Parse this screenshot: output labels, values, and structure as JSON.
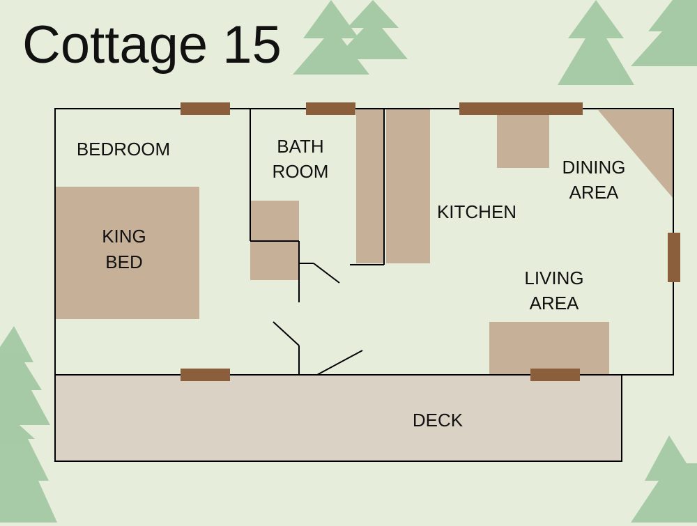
{
  "title": "Cottage 15",
  "rooms": {
    "bedroom": "BEDROOM",
    "bath_line1": "BATH",
    "bath_line2": "ROOM",
    "king_bed_line1": "KING",
    "king_bed_line2": "BED",
    "kitchen": "KITCHEN",
    "dining_line1": "DINING",
    "dining_line2": "AREA",
    "living_line1": "LIVING",
    "living_line2": "AREA",
    "deck": "DECK"
  },
  "colors": {
    "background": "#e6eedb",
    "tree": "#9fc7a0",
    "wall": "#000000",
    "furniture": "#c6b198",
    "window": "#8b5e3c",
    "deck": "#dad2c5"
  }
}
